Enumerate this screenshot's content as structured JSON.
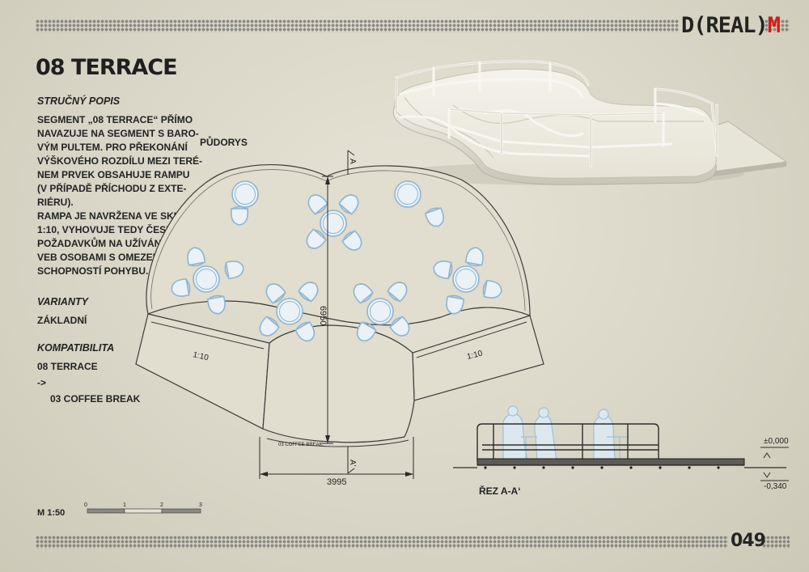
{
  "brand": {
    "prefix": "D(REAL)",
    "suffix": "M"
  },
  "title": "08 TERRACE",
  "sections": {
    "description_heading": "STRUČNÝ POPIS",
    "description_lines": [
      "SEGMENT „08 TERRACE“ PŘÍMO",
      "NAVAZUJE NA SEGMENT S BARO-",
      "VÝM PULTEM. PRO PŘEKONÁNÍ",
      "VÝŠKOVÉHO ROZDÍLU MEZI TERÉ-",
      "NEM PRVEK OBSAHUJE RAMPU",
      "(V PŘÍPADĚ PŘÍCHODU Z EXTE-",
      "RIÉRU).",
      "RAMPA JE NAVRŽENA VE SKLONU",
      "1:10, VYHOVUJE TEDY ČESKÝM",
      "POŽADAVKŮM NA UŽÍVÁNÍ STA-",
      "VEB OSOBAMI S OMEZENOU",
      "SCHOPNOSTÍ POHYBU."
    ],
    "variants_heading": "VARIANTY",
    "variants_value": "ZÁKLADNÍ",
    "compat_heading": "KOMPATIBILITA",
    "compat_from": "08 TERRACE",
    "compat_arrow": "->",
    "compat_to": "03 COFFEE BREAK"
  },
  "plan": {
    "label": "PŮDORYS",
    "dim_height": "6950",
    "dim_width": "3995",
    "ramp_slope_left": "1:10",
    "ramp_slope_right": "1:10",
    "connector_label": "03 COFFEE BREAK",
    "section_mark_top": "A",
    "section_mark_bottom": "A'"
  },
  "section": {
    "label": "ŘEZ A-A‘",
    "level_top": "±0,000",
    "level_bottom": "-0,340"
  },
  "scale": {
    "label": "M 1:50",
    "ticks": [
      "0",
      "1",
      "2",
      "3"
    ]
  },
  "page_number": "049"
}
